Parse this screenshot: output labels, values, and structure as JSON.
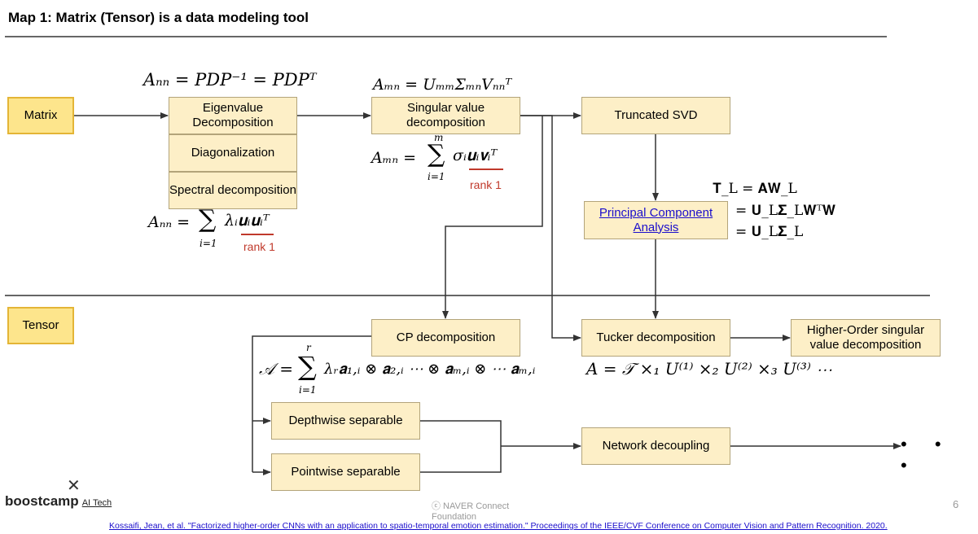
{
  "title": "Map 1: Matrix (Tensor) is a data modeling tool",
  "sections": {
    "matrix": "Matrix",
    "tensor": "Tensor"
  },
  "boxes": {
    "eigen": "Eigenvalue Decomposition",
    "diag": "Diagonalization",
    "spectral": "Spectral decomposition",
    "svd": "Singular value decomposition",
    "tsvd": "Truncated SVD",
    "pca": "Principal Component Analysis",
    "cp": "CP decomposition",
    "tucker": "Tucker decomposition",
    "hosvd": "Higher-Order singular value decomposition",
    "depthwise": "Depthwise separable",
    "pointwise": "Pointwise separable",
    "netdecoup": "Network decoupling"
  },
  "formulas": {
    "eigen": "Aₙₙ = PDP⁻¹ = PDPᵀ",
    "svd": "Aₘₙ = UₘₘΣₘₙVₙₙᵀ",
    "svd_sum_lhs": "Aₘₙ =",
    "svd_sum_op": "∑",
    "svd_sum_top": "m",
    "svd_sum_bottom": "i=1",
    "svd_sum_term": "σᵢ𝐮ᵢ𝐯ᵢᵀ",
    "spec_sum_lhs": "Aₙₙ =",
    "spec_sum_op": "∑",
    "spec_sum_bottom": "i=1",
    "spec_sum_term": "λᵢ𝐮ᵢ𝐮ᵢᵀ",
    "pca_1": "𝐓_L = 𝐀𝐖_L",
    "pca_2": "= 𝐔_L𝚺_L𝐖ᵀ𝐖",
    "pca_3": "= 𝐔_L𝚺_L",
    "cp_lhs": "𝒜 =",
    "cp_op": "∑",
    "cp_top": "r",
    "cp_bottom": "i=1",
    "cp_term": "λᵣ𝐚₁,ᵢ ⊗ 𝐚₂,ᵢ ⋯ ⊗ 𝐚ₘ,ᵢ ⊗ ⋯ 𝐚ₘ,ᵢ",
    "tucker": "A = 𝒯 ×₁ U⁽¹⁾ ×₂ U⁽²⁾ ×₃ U⁽³⁾ ⋯"
  },
  "rank_label": "rank 1",
  "dots": "• • •",
  "footer": {
    "logo": "boostcamp",
    "logo_sub": "AI Tech",
    "copyright": "ⓒ NAVER Connect Foundation",
    "page": "6",
    "reference": "Kossaifi, Jean, et al. \"Factorized higher-order CNNs with an application to spatio-temporal emotion estimation.\" Proceedings of the IEEE/CVF Conference on Computer Vision and Pattern Recognition. 2020."
  },
  "colors": {
    "box_fill": "#fdefc7",
    "section_fill": "#fde58c",
    "section_border": "#e4b536",
    "rank": "#c0392b",
    "link": "#1a0dcc"
  }
}
